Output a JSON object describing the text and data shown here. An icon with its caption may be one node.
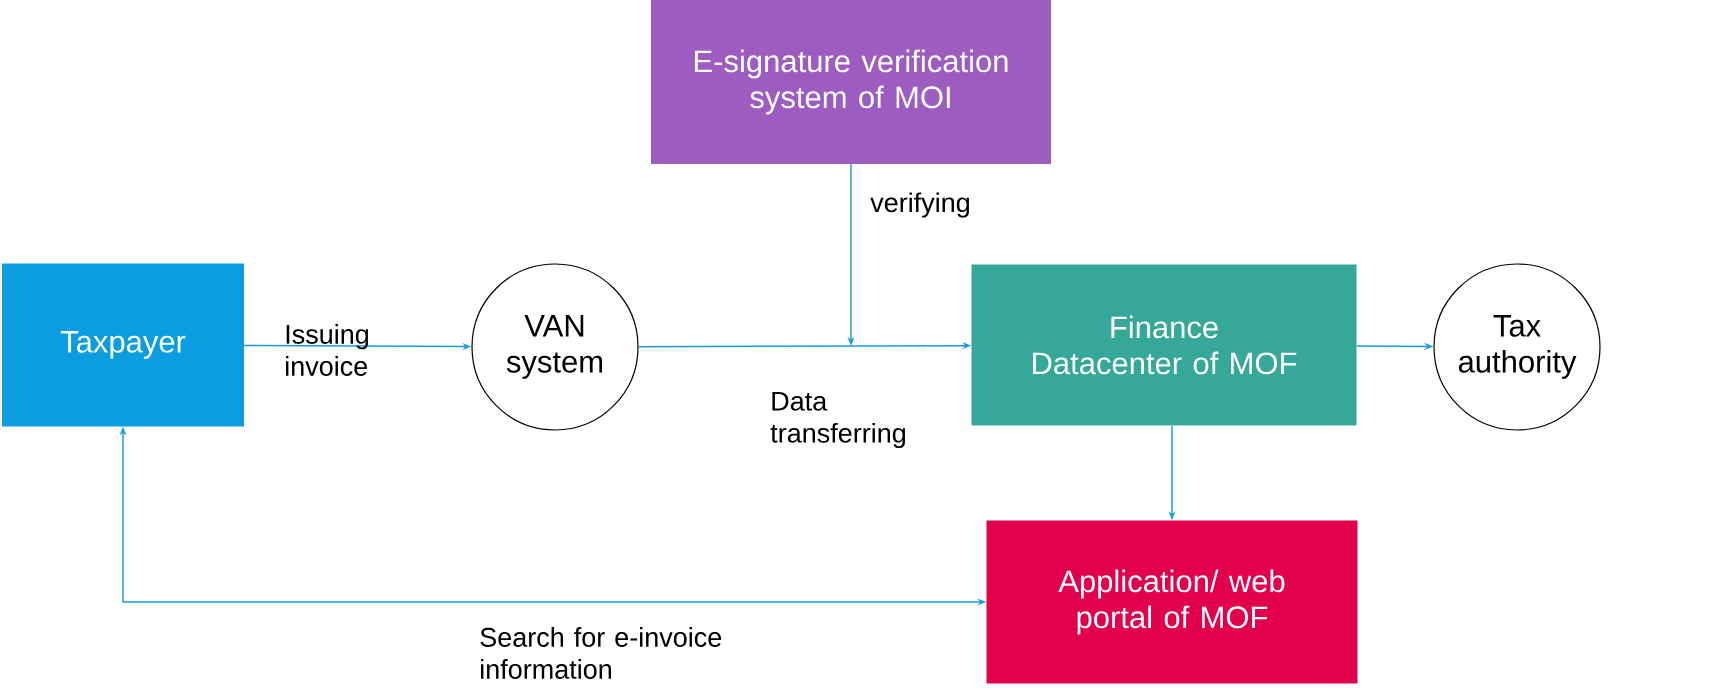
{
  "diagram": {
    "nodes": [
      {
        "text": [
          "Taxpayer"
        ]
      },
      {
        "text": [
          "VAN system"
        ]
      },
      {
        "text": [
          "E-signature verification system of MOI"
        ]
      },
      {
        "text": [
          "Finance Datacenter of MOF"
        ]
      },
      {
        "text": [
          "Tax authority"
        ]
      },
      {
        "text": [
          "Application/ web portal of MOF"
        ]
      }
    ],
    "edges": [
      {
        "from": 0,
        "to": 1,
        "arrow": "to",
        "label": "Issuing invoice"
      },
      {
        "from": 1,
        "to": 3,
        "arrow": "to",
        "label": "Data transferring"
      },
      {
        "from": 2,
        "to": null,
        "arrow": "to",
        "label": "verifying"
      },
      {
        "from": 3,
        "to": 4,
        "arrow": "to"
      },
      {
        "from": 3,
        "to": 5,
        "arrow": "to"
      },
      {
        "from": 5,
        "to": 0,
        "arrow": "both",
        "label": "Search for e-invoice information"
      }
    ]
  }
}
